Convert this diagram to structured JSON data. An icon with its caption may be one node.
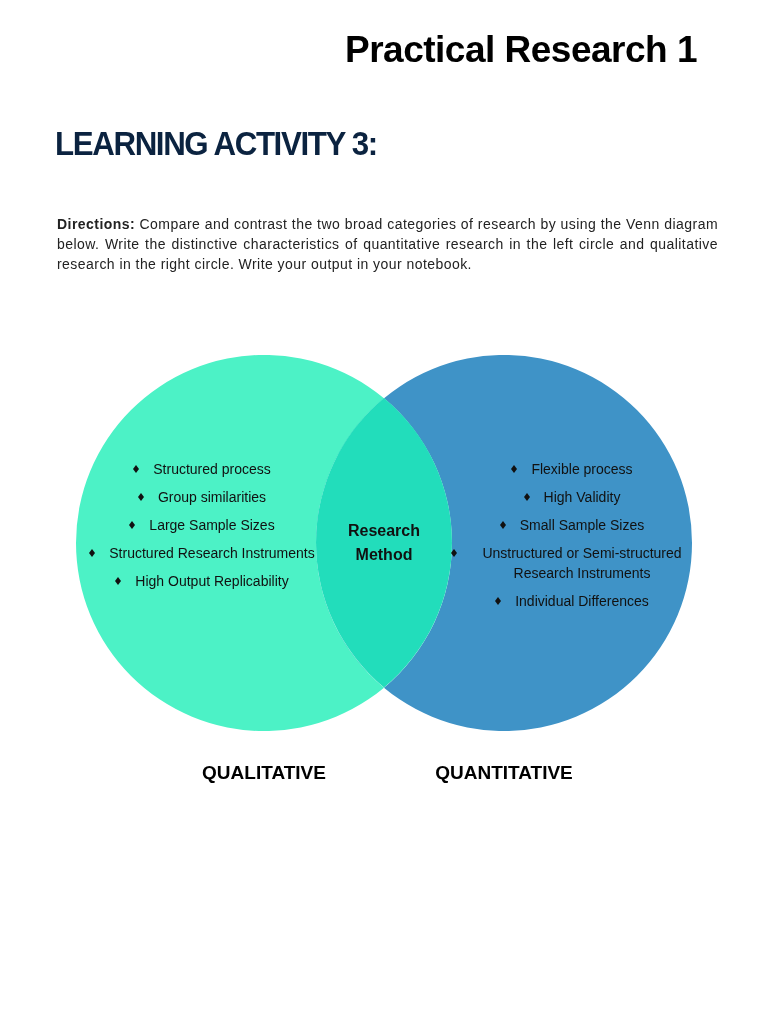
{
  "diagram": {
    "title": "LEARNING ACTIVITY 3:",
    "nodes": [
      {
        "text": [
          "Structured process",
          "Group similarities",
          "Large Sample Sizes",
          "Structured Research Instruments",
          "High Output Replicability"
        ],
        "beside": [
          "QUALITATIVE"
        ]
      },
      {
        "text": [
          "Flexible process",
          "High Validity",
          "Small Sample Sizes",
          "Unstructured or Semi-structured Research Instruments",
          "Individual Differences"
        ],
        "beside": [
          "QUANTITATIVE"
        ]
      },
      {
        "text": [
          "Research Method"
        ]
      }
    ],
    "labels": [
      "Practical Research 1",
      "**Directions:** Compare and contrast the two broad categories of research by using the Venn diagram below. Write the distinctive characteristics of quantitative research in the left circle and qualitative research in the right circle. Write your output in your notebook."
    ]
  }
}
